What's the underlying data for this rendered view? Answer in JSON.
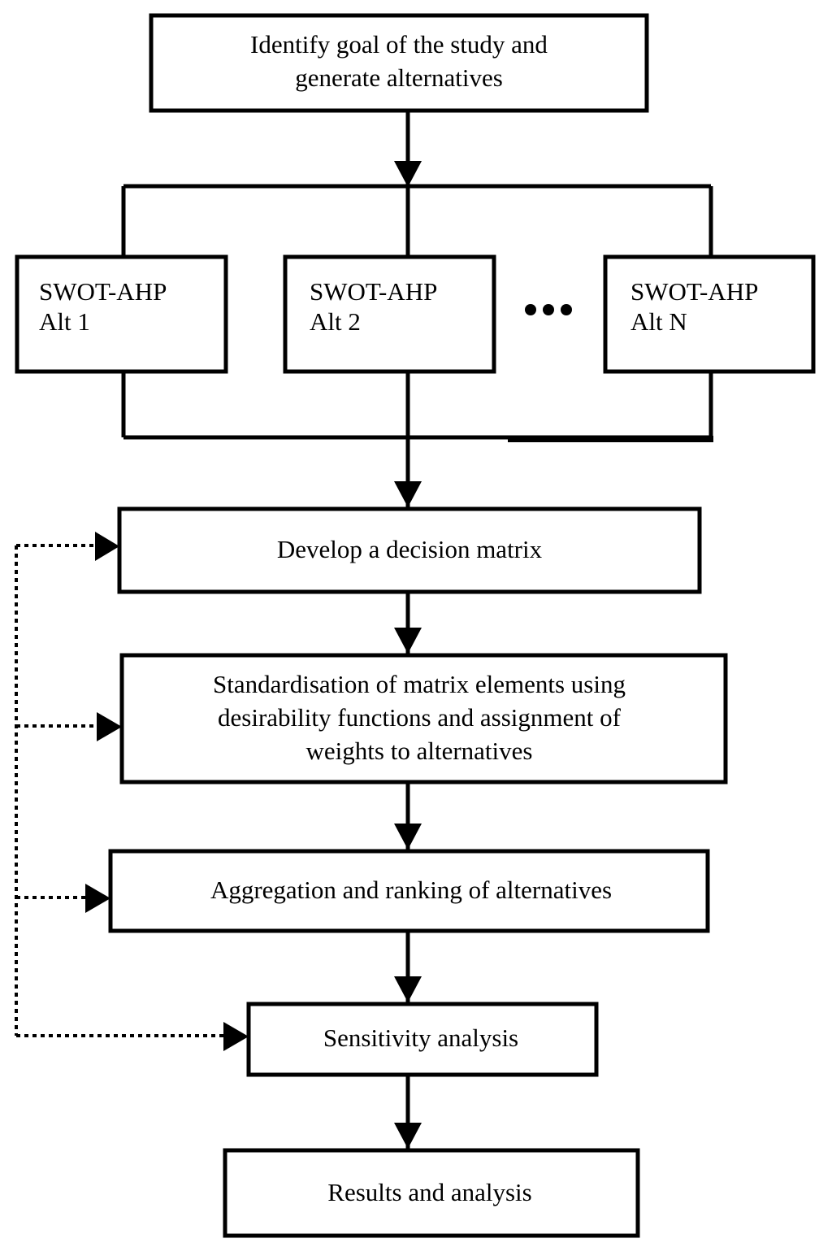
{
  "diagram": {
    "title": "SWOT-AHP multi-criteria decision making flowchart",
    "colors": {
      "stroke": "#000000",
      "fill": "#ffffff",
      "background": "#ffffff"
    },
    "nodes": {
      "goal": {
        "id": "identify-goal",
        "lines": [
          "Identify goal of the study and",
          "generate alternatives"
        ],
        "align": "center"
      },
      "alt1": {
        "id": "swot-ahp-alt-1",
        "lines": [
          "SWOT-AHP",
          "Alt 1"
        ],
        "align": "left"
      },
      "alt2": {
        "id": "swot-ahp-alt-2",
        "lines": [
          "SWOT-AHP",
          "Alt 2"
        ],
        "align": "left"
      },
      "altN": {
        "id": "swot-ahp-alt-n",
        "lines": [
          "SWOT-AHP",
          "Alt N"
        ],
        "align": "left"
      },
      "ellipsis": {
        "id": "alternatives-ellipsis",
        "text": "..."
      },
      "matrix": {
        "id": "develop-decision-matrix",
        "lines": [
          "Develop a decision matrix"
        ],
        "align": "center"
      },
      "standardisation": {
        "id": "standardisation-of-matrix-elements",
        "lines": [
          "Standardisation of matrix elements using",
          "desirability functions and assignment of",
          "weights to alternatives"
        ],
        "align": "center"
      },
      "aggregation": {
        "id": "aggregation-and-ranking",
        "lines": [
          "Aggregation and ranking of alternatives"
        ],
        "align": "center"
      },
      "sensitivity": {
        "id": "sensitivity-analysis",
        "lines": [
          "Sensitivity analysis"
        ],
        "align": "center"
      },
      "results": {
        "id": "results-and-analysis",
        "lines": [
          "Results and analysis"
        ],
        "align": "center"
      }
    },
    "edges": [
      {
        "from": "identify-goal",
        "to": "alternatives-bus",
        "style": "solid",
        "arrow": true
      },
      {
        "from": "alternatives-bus",
        "to": "swot-ahp-alt-1",
        "style": "solid",
        "arrow": false
      },
      {
        "from": "alternatives-bus",
        "to": "swot-ahp-alt-2",
        "style": "solid",
        "arrow": false
      },
      {
        "from": "alternatives-bus",
        "to": "swot-ahp-alt-n",
        "style": "solid",
        "arrow": false
      },
      {
        "from": "alternatives-merge",
        "to": "develop-decision-matrix",
        "style": "solid",
        "arrow": true
      },
      {
        "from": "develop-decision-matrix",
        "to": "standardisation-of-matrix-elements",
        "style": "solid",
        "arrow": true
      },
      {
        "from": "standardisation-of-matrix-elements",
        "to": "aggregation-and-ranking",
        "style": "solid",
        "arrow": true
      },
      {
        "from": "aggregation-and-ranking",
        "to": "sensitivity-analysis",
        "style": "solid",
        "arrow": true
      },
      {
        "from": "sensitivity-analysis",
        "to": "results-and-analysis",
        "style": "solid",
        "arrow": true
      },
      {
        "from": "sensitivity-analysis",
        "to": "develop-decision-matrix",
        "style": "dotted",
        "arrow": true
      },
      {
        "from": "sensitivity-analysis",
        "to": "standardisation-of-matrix-elements",
        "style": "dotted",
        "arrow": true
      },
      {
        "from": "sensitivity-analysis",
        "to": "aggregation-and-ranking",
        "style": "dotted",
        "arrow": true
      },
      {
        "from": "feedback-spine",
        "to": "sensitivity-analysis",
        "style": "dotted",
        "arrow": true
      }
    ]
  }
}
